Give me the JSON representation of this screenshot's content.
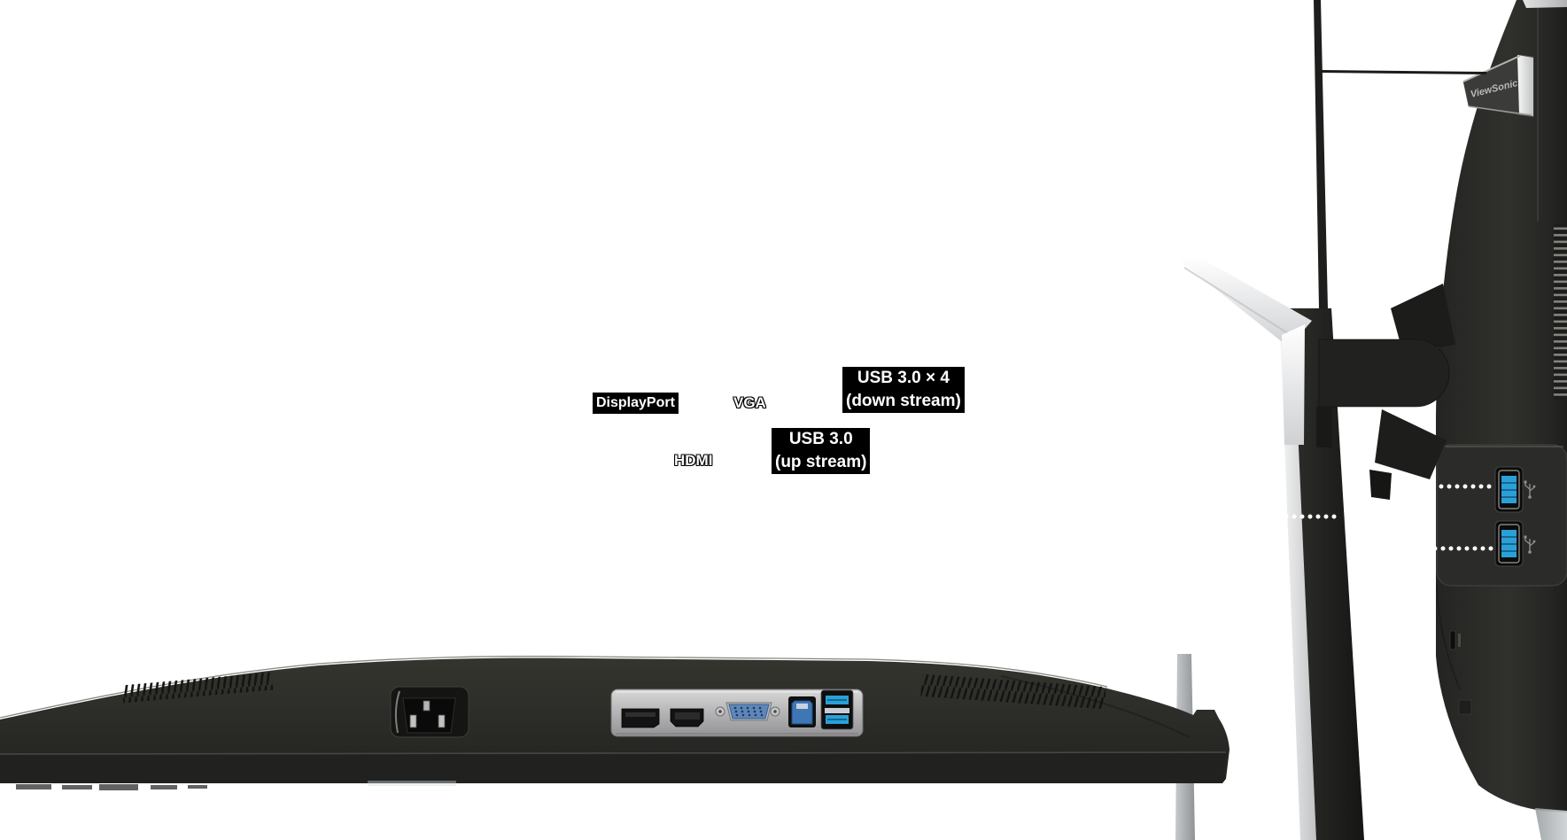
{
  "scene": {
    "description": "Monitor connectivity product photo: bottom edge with I/O ports and side view with stand and side USB ports",
    "background_color": "#ffffff"
  },
  "labels": {
    "displayport": "DisplayPort",
    "vga": "VGA",
    "hdmi": "HDMI",
    "usb_down_line1": "USB 3.0 × 4",
    "usb_down_line2": "(down stream)",
    "usb_up_line1": "USB 3.0",
    "usb_up_line2": "(up stream)",
    "brand": "ViewSonic"
  },
  "ports": {
    "bottom": [
      "power-inlet",
      "displayport",
      "hdmi",
      "vga",
      "usb-b-upstream",
      "usb-a-downstream-x2"
    ],
    "side": [
      "usb-a-downstream-1",
      "usb-a-downstream-2"
    ]
  },
  "icons": {
    "side_port_glyph": "usb-trident-icon"
  },
  "colors": {
    "monitor_body": "#2d2d2b",
    "front_face": "#21211f",
    "port_panel_silver": "#c2c2c4",
    "vga_blue": "#5d87ba",
    "usb_blue": "#2ba0d8",
    "usb_b_blue": "#3f77b4",
    "stand_silver": "#e9eaec",
    "riser_gray": "#b6babd",
    "label_background": "#000000",
    "label_text": "#ffffff",
    "dotted_line": "#ffffff"
  }
}
